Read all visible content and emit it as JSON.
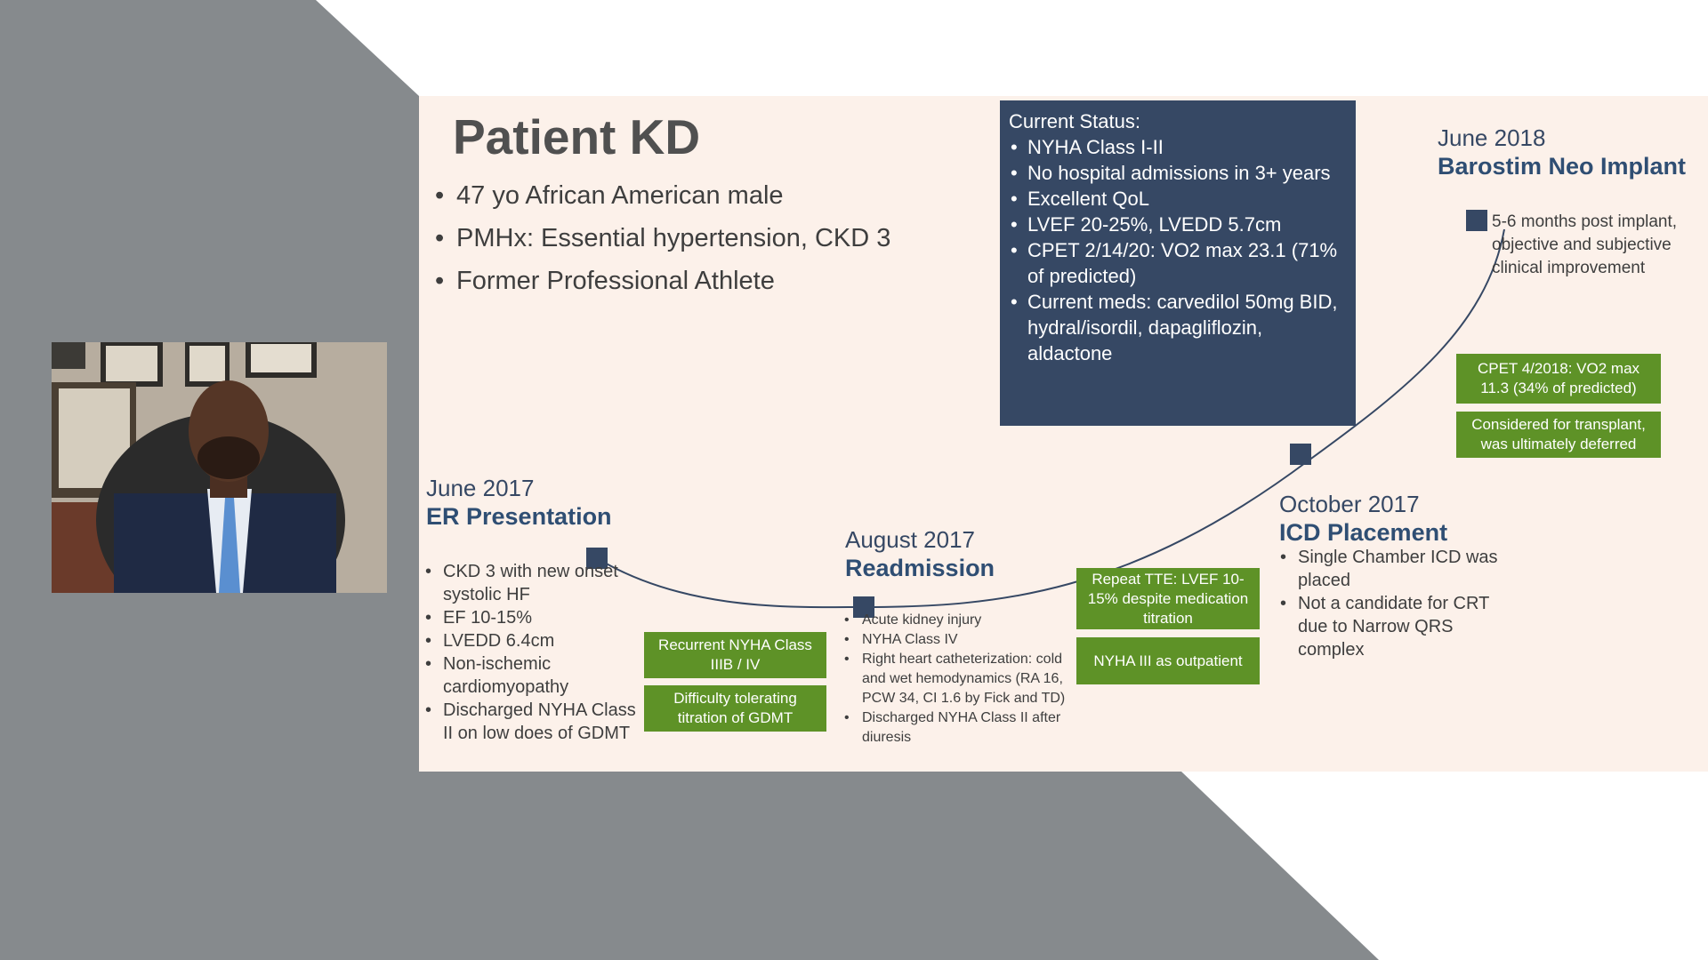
{
  "slide": {
    "title": "Patient KD",
    "intro_bullets": [
      "47 yo African American male",
      "PMHx: Essential hypertension, CKD 3",
      "Former Professional Athlete"
    ],
    "status": {
      "header": "Current Status:",
      "items": [
        "NYHA Class I-II",
        "No hospital admissions in 3+ years",
        "Excellent QoL",
        "LVEF 20-25%, LVEDD 5.7cm",
        "CPET 2/14/20: VO2 max 23.1 (71% of predicted)",
        "Current meds: carvedilol 50mg BID, hydral/isordil, dapagliflozin, aldactone"
      ]
    },
    "timeline": {
      "june2017": {
        "date": "June 2017",
        "event": "ER Presentation",
        "items": [
          "CKD 3 with new onset systolic HF",
          "EF 10-15%",
          "LVEDD 6.4cm",
          "Non-ischemic cardiomyopathy",
          "Discharged NYHA Class II on low does of GDMT"
        ],
        "boxes": [
          "Recurrent NYHA Class IIIB / IV",
          "Difficulty tolerating titration of GDMT"
        ]
      },
      "aug2017": {
        "date": "August 2017",
        "event": "Readmission",
        "items": [
          "Acute kidney injury",
          "NYHA Class IV",
          "Right heart catheterization: cold and wet hemodynamics (RA 16, PCW 34, CI 1.6 by Fick and TD)",
          "Discharged NYHA Class II after diuresis"
        ],
        "boxes": [
          "Repeat TTE: LVEF 10-15% despite medication titration",
          "NYHA III as outpatient"
        ]
      },
      "oct2017": {
        "date": "October 2017",
        "event": "ICD Placement",
        "items": [
          "Single Chamber ICD was placed",
          "Not a candidate for CRT due to Narrow QRS complex"
        ]
      },
      "june2018": {
        "date": "June 2018",
        "event": "Barostim Neo Implant",
        "text": "5-6 months post implant, objective and subjective clinical improvement",
        "boxes": [
          "CPET 4/2018: VO2 max 11.3 (34% of predicted)",
          "Considered for transplant, was ultimately deferred"
        ]
      }
    }
  },
  "colors": {
    "gray_panel": "#868a8d",
    "slide_bg": "#fcf1ea",
    "navy": "#364864",
    "green": "#5e9227"
  },
  "video": {
    "subject": "presenter-webcam"
  }
}
